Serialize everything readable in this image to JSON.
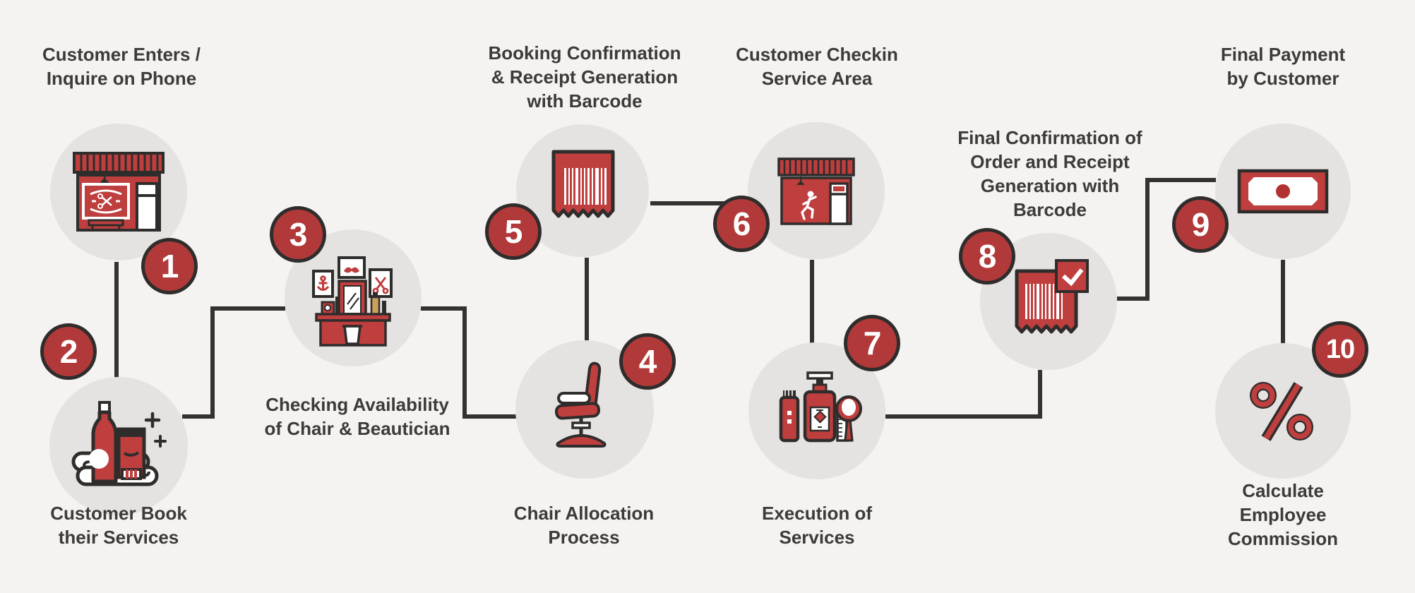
{
  "diagram": {
    "type": "process-flow-infographic",
    "subject": "Salon / barbershop customer service workflow",
    "colors": {
      "background": "#f4f3f1",
      "node_circle": "#e5e3e1",
      "icon_red": "#bf3e3e",
      "badge_red": "#b23939",
      "outline_dark": "#2f2d2c",
      "label_text": "#3d3b3a",
      "connector_line": "#343230",
      "accent_gold": "#c9a15a"
    },
    "steps": [
      {
        "number": "1",
        "label": "Customer Enters /\nInquire on Phone",
        "icon": "barbershop-storefront-icon"
      },
      {
        "number": "2",
        "label": "Customer Book\ntheir Services",
        "icon": "spa-products-icon"
      },
      {
        "number": "3",
        "label": "Checking Availability\nof Chair & Beautician",
        "icon": "salon-station-icon"
      },
      {
        "number": "4",
        "label": "Chair Allocation\nProcess",
        "icon": "salon-chair-icon"
      },
      {
        "number": "5",
        "label": "Booking Confirmation\n& Receipt Generation\nwith Barcode",
        "icon": "barcode-receipt-icon"
      },
      {
        "number": "6",
        "label": "Customer Checkin\nService Area",
        "icon": "checkin-storefront-icon"
      },
      {
        "number": "7",
        "label": "Execution of\nServices",
        "icon": "grooming-tools-icon"
      },
      {
        "number": "8",
        "label": "Final Confirmation of\nOrder and Receipt\nGeneration with\nBarcode",
        "icon": "receipt-confirmed-icon"
      },
      {
        "number": "9",
        "label": "Final Payment\nby Customer",
        "icon": "banknote-icon"
      },
      {
        "number": "10",
        "label": "Calculate\nEmployee\nCommission",
        "icon": "percent-icon"
      }
    ],
    "flow_order": [
      "1",
      "2",
      "3",
      "4",
      "5",
      "6",
      "7",
      "8",
      "9",
      "10"
    ]
  }
}
